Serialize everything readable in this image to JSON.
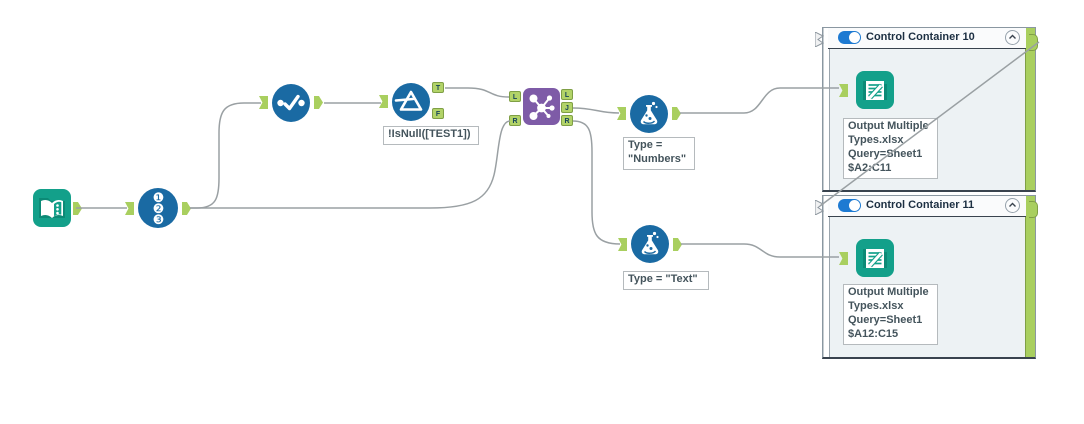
{
  "containers": [
    {
      "title": "Control Container 10",
      "annotation": "Output Multiple\nTypes.xlsx\nQuery=Sheet1\n$A2:C11"
    },
    {
      "title": "Control Container 11",
      "annotation": "Output Multiple\nTypes.xlsx\nQuery=Sheet1\n$A12:C15"
    }
  ],
  "annotations": {
    "filter": "!IsNull([TEST1])",
    "formula_numbers": "Type =\n\"Numbers\"",
    "formula_text": "Type =  \"Text\""
  },
  "anchors": {
    "t": "T",
    "f": "F",
    "in_l": "L",
    "in_r": "R",
    "out_l": "L",
    "out_j": "J",
    "out_r": "R"
  },
  "record_id_numbers": "❶❷❸",
  "colors": {
    "tool_blue": "#1a6aa3",
    "tool_teal": "#13a08a",
    "tool_purple": "#7e5ba7",
    "anchor_green": "#a9cf5f",
    "toggle_blue": "#1d7ad2",
    "wire_grey": "#9aa0a3"
  }
}
